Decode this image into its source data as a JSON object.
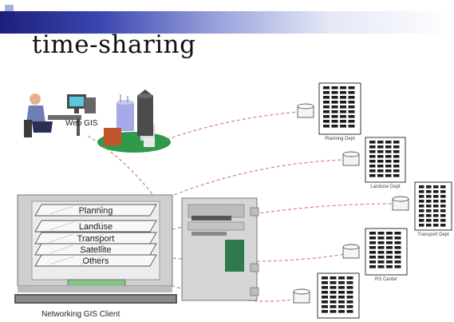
{
  "slide": {
    "title": "time-sharing",
    "accent_color": "#2a2f8f"
  },
  "diagram": {
    "web_gis_label": "Web GIS",
    "client_caption": "Networking GIS Client",
    "layers": [
      "Planning",
      "Landuse",
      "Transport",
      "Satellite",
      "Others"
    ],
    "servers": [
      {
        "label": "Planning Dept"
      },
      {
        "label": "Landuse Dept"
      },
      {
        "label": "Transport Dept"
      },
      {
        "label": "RS Center"
      },
      {
        "label": ""
      }
    ],
    "link_color": "#d88a84"
  }
}
